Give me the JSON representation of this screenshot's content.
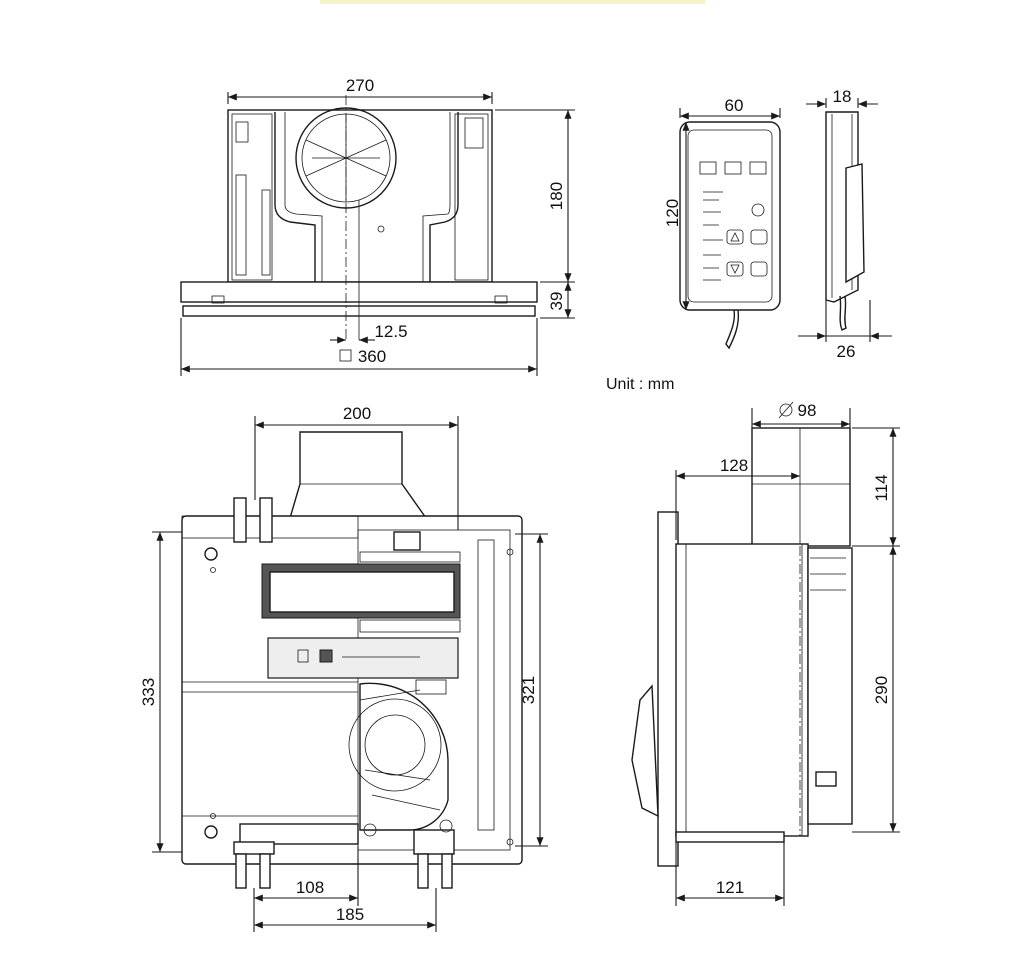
{
  "unit_label": "Unit : mm",
  "dimensions": {
    "top_width": "270",
    "top_height": "180",
    "top_flange": "39",
    "top_offset": "12.5",
    "grille_square": "360",
    "remote_width": "60",
    "remote_height": "120",
    "remote_depth_top": "18",
    "remote_depth_bottom": "26",
    "plan_duct_span": "200",
    "plan_height_outer": "333",
    "plan_height_inner": "321",
    "plan_bottom_offset": "108",
    "plan_bottom_span": "185",
    "side_duct_diameter": "98",
    "side_duct_offset": "128",
    "side_duct_height": "114",
    "side_body_height": "290",
    "side_bottom_depth": "121"
  },
  "colors": {
    "ink": "#1a1a1a",
    "background": "#ffffff"
  }
}
